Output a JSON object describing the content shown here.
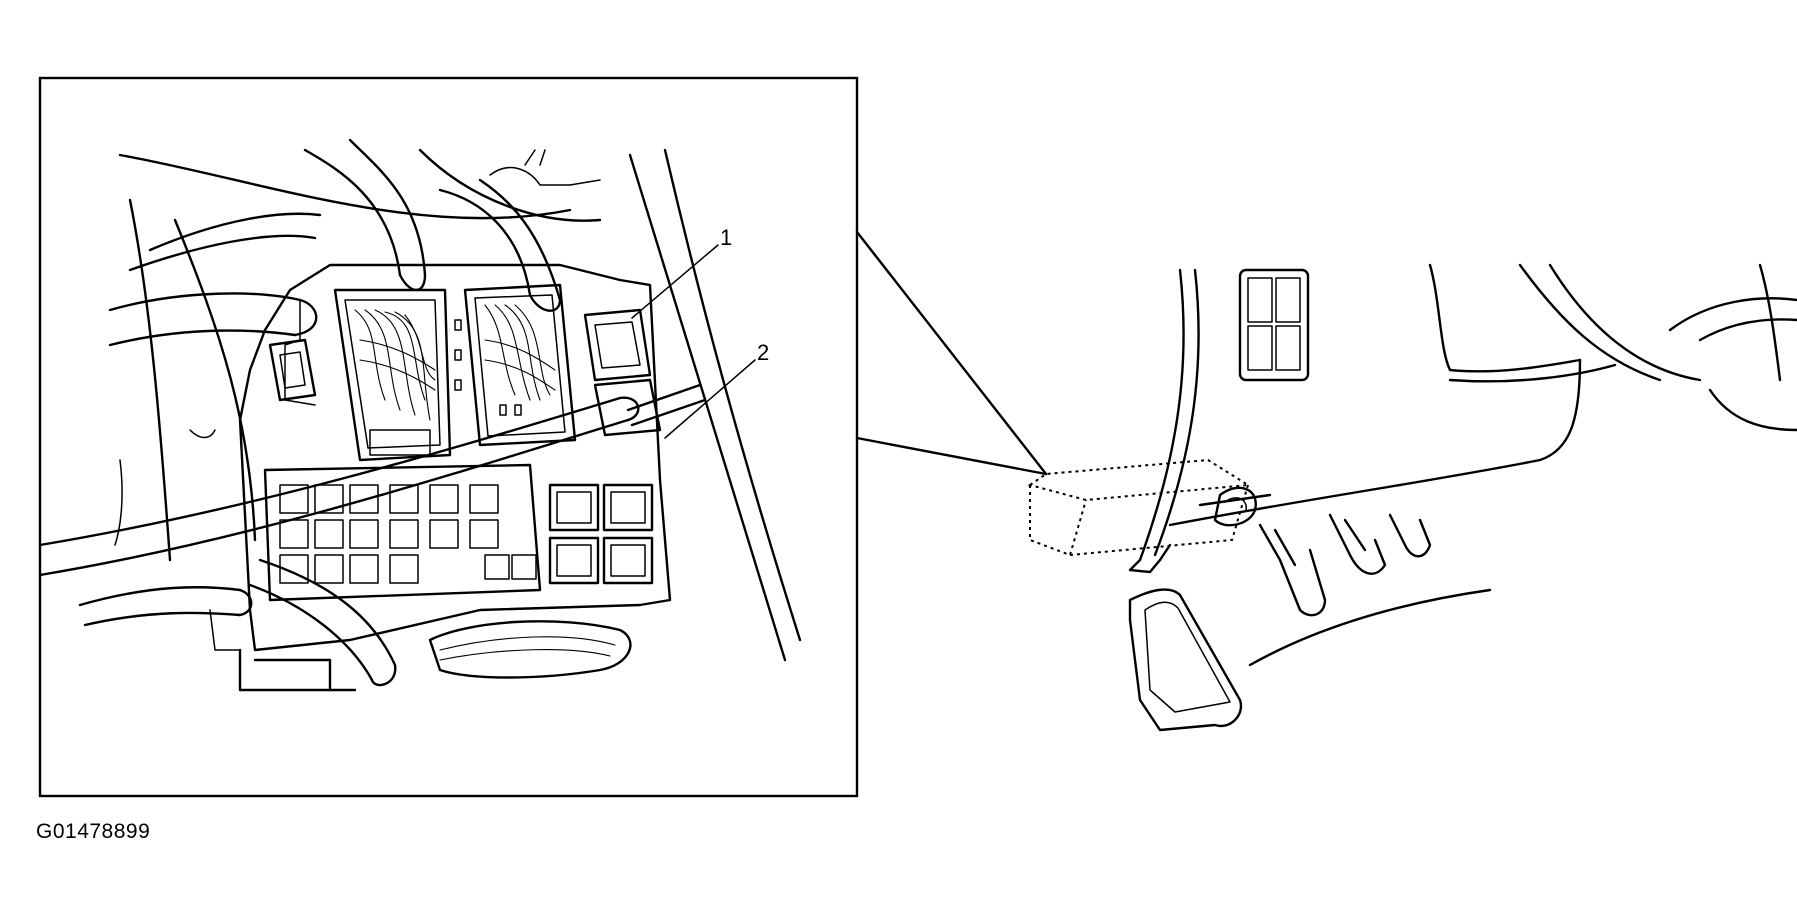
{
  "figure": {
    "id": "G01478899"
  },
  "callouts": [
    {
      "label": "1"
    },
    {
      "label": "2"
    }
  ],
  "colors": {
    "line": "#000000",
    "background": "#ffffff"
  }
}
